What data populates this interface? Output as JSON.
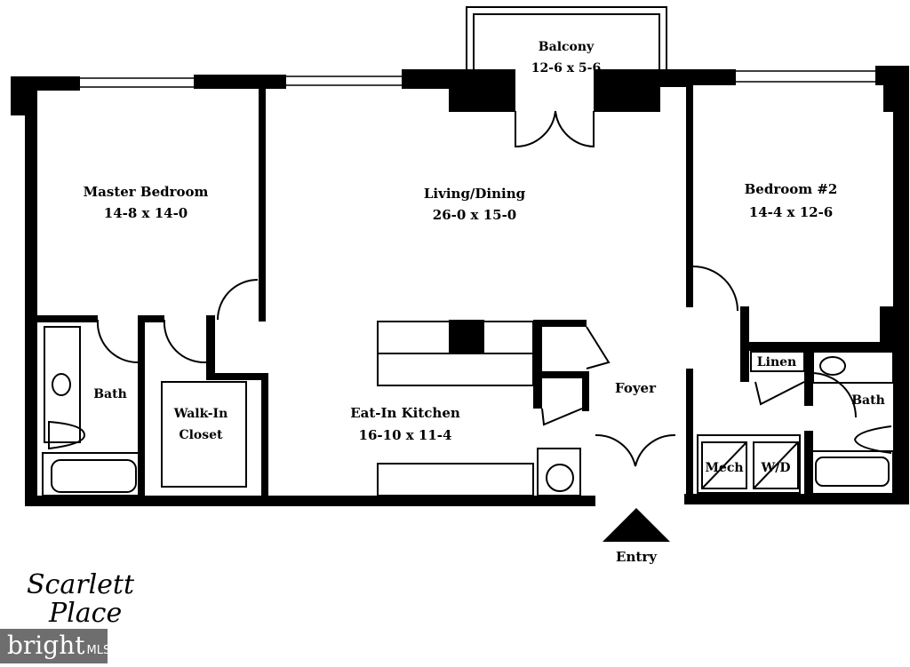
{
  "rooms": {
    "balcony": {
      "name": "Balcony",
      "size": "12-6 x 5-6"
    },
    "master_bedroom": {
      "name": "Master Bedroom",
      "size": "14-8 x 14-0"
    },
    "living_dining": {
      "name": "Living/Dining",
      "size": "26-0 x 15-0"
    },
    "bedroom2": {
      "name": "Bedroom #2",
      "size": "14-4 x 12-6"
    },
    "master_bath": {
      "name": "Bath"
    },
    "walk_in_closet": {
      "name": "Walk-In",
      "name2": "Closet"
    },
    "kitchen": {
      "name": "Eat-In Kitchen",
      "size": "16-10 x 11-4"
    },
    "foyer": {
      "name": "Foyer"
    },
    "linen": {
      "name": "Linen"
    },
    "bath2": {
      "name": "Bath"
    },
    "mech": {
      "name": "Mech"
    },
    "wd": {
      "name": "W/D"
    }
  },
  "entry": {
    "label": "Entry"
  },
  "logo": {
    "line1": "Scarlett",
    "line2": "Place"
  },
  "watermark": {
    "brand": "bright",
    "suffix": "MLS"
  }
}
